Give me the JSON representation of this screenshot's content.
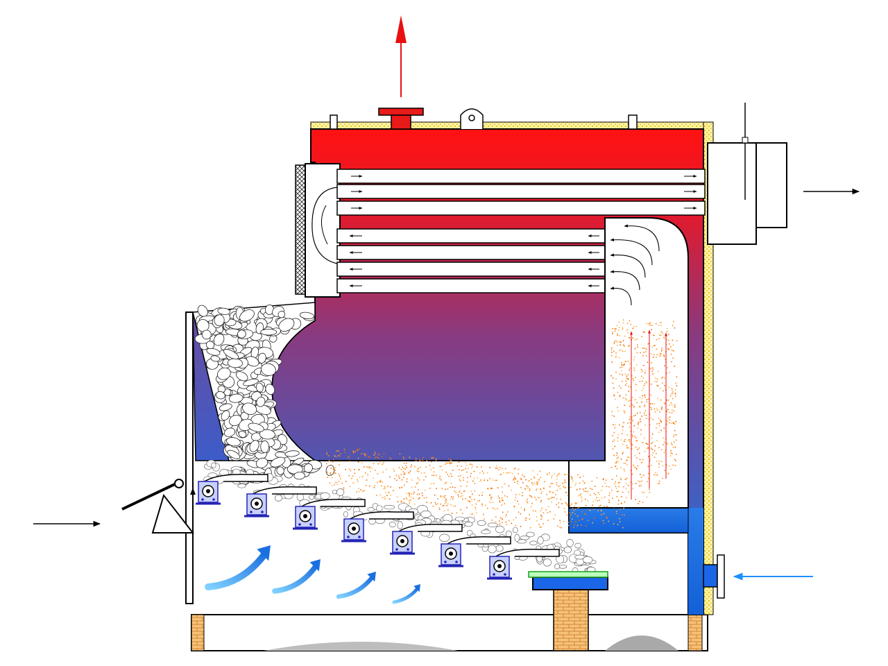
{
  "diagram": {
    "kind": "boiler-cross-section",
    "labels": [],
    "colors": {
      "water_hot": "#ff1a1a",
      "water_mid": "#7a3f8c",
      "water_cool": "#1c75e0",
      "inlet_water": "#1a66e6",
      "air_arrow": "#1e90ff",
      "flue_arrow": "#000000",
      "steam_arrow": "#e81010",
      "flame": "#ff8a1a",
      "brick": "#f3b25b",
      "insulation": "#ffe45c",
      "shell_outline": "#000000",
      "grate_blue": "#2424b4",
      "ash": "#a9a9a9"
    },
    "flows": [
      {
        "name": "steam-outlet",
        "direction": "up",
        "color": "#e81010"
      },
      {
        "name": "flue-gas-exit",
        "direction": "right",
        "color": "#000000"
      },
      {
        "name": "fuel-feed",
        "direction": "right",
        "color": "#000000"
      },
      {
        "name": "feedwater-inlet",
        "direction": "left",
        "color": "#1e90ff"
      },
      {
        "name": "combustion-air",
        "direction": "up-right",
        "color": "#1e90ff"
      }
    ]
  }
}
